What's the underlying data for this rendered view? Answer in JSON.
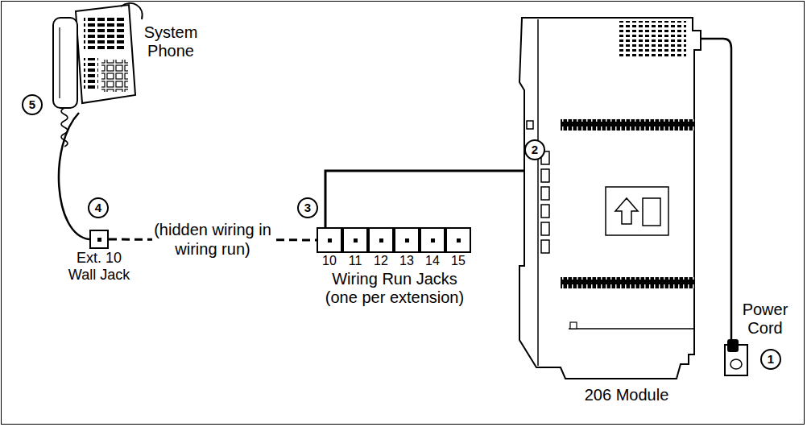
{
  "diagram": {
    "nodes": [
      {
        "text": [
          "Ext. 10 Wall Jack"
        ]
      },
      {
        "text": [
          "10"
        ]
      },
      {
        "text": [
          "11"
        ]
      },
      {
        "text": [
          "12"
        ]
      },
      {
        "text": [
          "13"
        ]
      },
      {
        "text": [
          "14"
        ]
      },
      {
        "text": [
          "15"
        ]
      }
    ],
    "edges": [
      {
        "from": 0,
        "to": 1,
        "arrow": "none",
        "label": "(hidden wiring in wiring run)"
      }
    ],
    "labels": [
      "System Phone",
      "5",
      "4",
      "3",
      "2",
      "206 Module",
      "Power Cord",
      "1",
      "Wiring Run Jacks (one per extension)"
    ]
  }
}
